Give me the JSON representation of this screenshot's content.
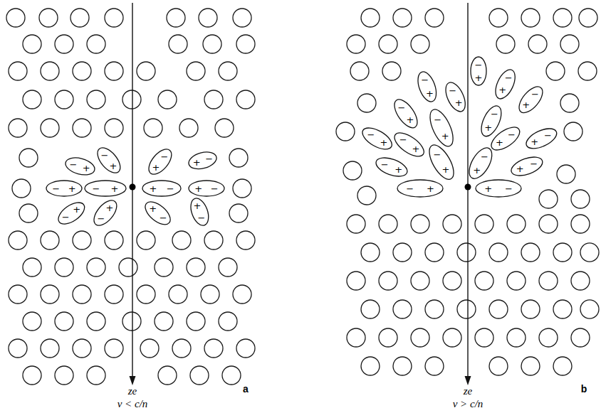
{
  "diagram": {
    "nodes": [
      {
        "text": [
          "−",
          "+"
        ]
      },
      {
        "text": [
          "−",
          "+"
        ]
      },
      {
        "text": [
          "−",
          "+"
        ]
      },
      {
        "text": [
          "+",
          "−"
        ]
      },
      {
        "text": [
          "−",
          "+"
        ]
      },
      {
        "text": [
          "−",
          "+"
        ]
      },
      {
        "text": [
          "+",
          "−"
        ]
      },
      {
        "text": [
          "+",
          "−"
        ]
      },
      {
        "text": [
          "−",
          "+"
        ]
      },
      {
        "text": [
          "−",
          "+"
        ]
      },
      {
        "text": [
          "+",
          "−"
        ]
      },
      {
        "text": [
          "+",
          "−"
        ]
      },
      {
        "text": [
          "−",
          "+"
        ]
      },
      {
        "text": [
          "−",
          "+"
        ]
      },
      {
        "text": [
          "−",
          "+"
        ]
      },
      {
        "text": [
          "−",
          "+"
        ]
      },
      {
        "text": [
          "−",
          "+"
        ]
      },
      {
        "text": [
          "−",
          "+"
        ]
      },
      {
        "text": [
          "−",
          "+"
        ]
      },
      {
        "text": [
          "−",
          "+"
        ]
      },
      {
        "text": [
          "−",
          "+"
        ]
      },
      {
        "text": [
          "−",
          "+"
        ]
      },
      {
        "text": [
          "−",
          "+"
        ]
      },
      {
        "text": [
          "−",
          "+"
        ]
      },
      {
        "text": [
          "−",
          "+"
        ]
      },
      {
        "text": [
          "−",
          "+"
        ]
      },
      {
        "text": [
          "−",
          "+"
        ]
      },
      {
        "text": [
          "−",
          "+"
        ]
      },
      {
        "text": [
          "−",
          "+"
        ]
      },
      {
        "text": [
          "+",
          "−"
        ]
      }
    ],
    "labels": [
      "ze",
      "v < c/n",
      "a",
      "ze",
      "v > c/n",
      "b"
    ]
  }
}
